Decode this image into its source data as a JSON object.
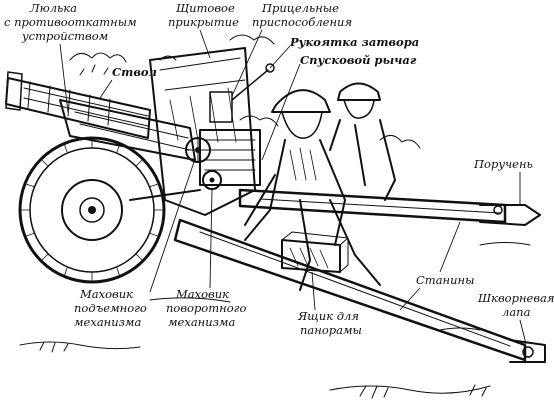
{
  "labels": {
    "cradle_line1": "Люлька",
    "cradle_line2": "с противооткатным",
    "cradle_line3": "устройством",
    "shield_line1": "Щитовое",
    "shield_line2": "прикрытие",
    "sights_line1": "Прицельные",
    "sights_line2": "приспособления",
    "breech_handle": "Рукоятка затвора",
    "trigger_lever": "Спусковой рычаг",
    "barrel": "Ствол",
    "handrail": "Поручень",
    "trails": "Станины",
    "pintle_line1": "Шкворневая",
    "pintle_line2": "лапа",
    "elev_line1": "Маховик",
    "elev_line2": "подъемного",
    "elev_line3": "механизма",
    "trav_line1": "Маховик",
    "trav_line2": "поворотного",
    "trav_line3": "механизма",
    "box_line1": "Ящик для",
    "box_line2": "панорамы"
  }
}
